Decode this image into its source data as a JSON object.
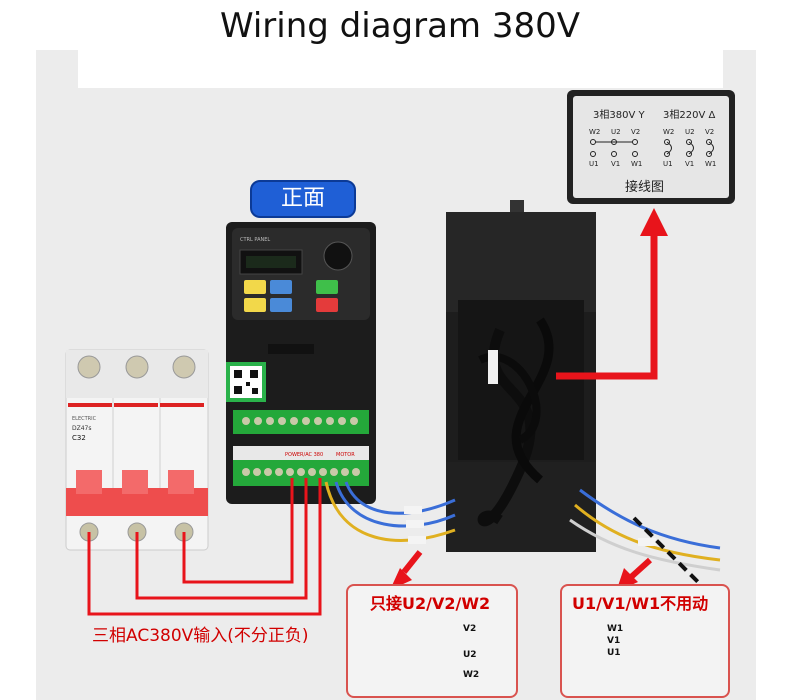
{
  "title": "Wiring diagram 380V",
  "front_badge": "正面",
  "input_label": "三相AC380V输入(不分正负)",
  "card_left": {
    "caption": "只接U2/V2/W2",
    "wires": [
      "V2",
      "U2",
      "W2"
    ]
  },
  "card_right": {
    "caption": "U1/V1/W1不用动",
    "wires": [
      "W1",
      "V1",
      "U1"
    ]
  },
  "connection_chart": {
    "left_header": "3相380V Y",
    "right_header": "3相220V Δ",
    "top_terminals": [
      "W2",
      "U2",
      "V2"
    ],
    "bottom_terminals": [
      "U1",
      "V1",
      "W1"
    ],
    "caption": "接线图"
  },
  "breaker": {
    "brand": "ELECTRIC",
    "model": "DZ47s",
    "rating": "C32"
  },
  "inverter": {
    "brand": "CTRL PANEL",
    "terminal_groups": [
      "POWER/AC 380",
      "MOTOR"
    ]
  },
  "colors": {
    "arrow_red": "#e8141b",
    "badge_blue": "#1f5fd6",
    "wire_blue": "#3a6ed8",
    "wire_yellow": "#e0b020"
  }
}
